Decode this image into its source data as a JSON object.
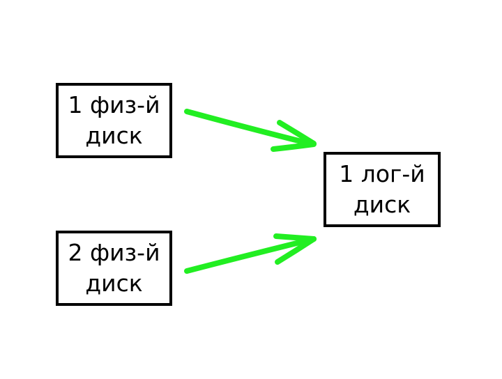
{
  "nodes": {
    "physical_disk_1": {
      "line1": "1 физ-й",
      "line2": "диск"
    },
    "physical_disk_2": {
      "line1": "2 физ-й",
      "line2": "диск"
    },
    "logical_disk_1": {
      "line1": "1 лог-й",
      "line2": "диск"
    }
  },
  "edges": [
    {
      "from": "physical_disk_1",
      "to": "logical_disk_1"
    },
    {
      "from": "physical_disk_2",
      "to": "logical_disk_1"
    }
  ],
  "colors": {
    "arrow": "#22ee22",
    "box_border": "#000000",
    "text": "#000000",
    "background": "#ffffff"
  }
}
